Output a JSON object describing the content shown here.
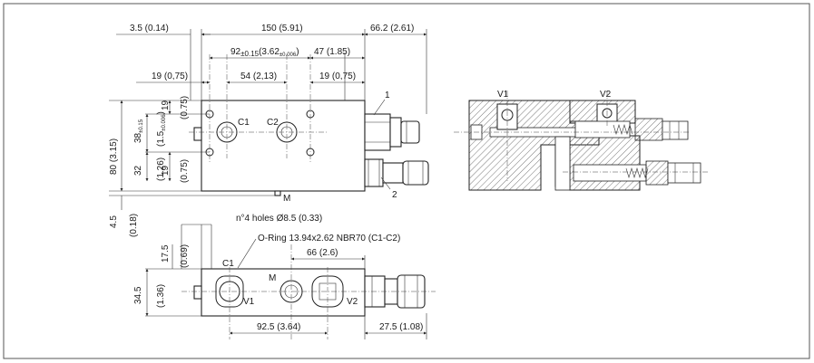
{
  "dimensions": {
    "overall_width": "150 (5.91)",
    "left_offset": "3.5 (0.14)",
    "cartridge_length": "66.2 (2.61)",
    "hole_spacing_prefix": "92",
    "hole_spacing_tol": "±0.15",
    "hole_spacing_mid": "(3.62",
    "hole_spacing_tol_in": "±0.006",
    "hole_spacing_close": ")",
    "right_offset": "47 (1.85)",
    "port_spacing": "54 (2,13)",
    "left_edge_to_hole": "19 (0,75)",
    "right_hole_to_port": "19 (0,75)",
    "top_to_hole": "19",
    "top_to_hole_in": "(0.75)",
    "hole_vertical": "38",
    "hole_vertical_tol": "±0.15",
    "hole_vertical_in": "(1.5",
    "hole_vertical_in_tol": "±0.006",
    "hole_vertical_in_close": ")",
    "port_height": "32",
    "port_height_in": "(1.26)",
    "bottom_to_hole": "19",
    "bottom_to_hole_in": "(0.75)",
    "body_height": "80 (3.15)",
    "m_offset": "4.5",
    "m_offset_in": "(0.18)",
    "mount_holes": "n°4 holes Ø8.5 (0.33)",
    "oring": "O-Ring 13.94x2.62 NBR70 (C1-C2)",
    "port_offset_bottom": "66 (2.6)",
    "side_top": "17.5",
    "side_top_in": "(0.69)",
    "side_height": "34.5",
    "side_height_in": "(1.36)",
    "v_spacing": "92.5 (3.64)",
    "v2_to_end": "27.5 (1.08)"
  },
  "labels": {
    "c1": "C1",
    "c2": "C2",
    "m": "M",
    "callout_1": "1",
    "callout_2": "2",
    "bottom_c1": "C1",
    "bottom_m": "M",
    "bottom_v1": "V1",
    "bottom_v2": "V2",
    "section_v1": "V1",
    "section_v2": "V2"
  },
  "colors": {
    "line": "#222222",
    "frame": "#555555",
    "hatch": "#555555"
  }
}
